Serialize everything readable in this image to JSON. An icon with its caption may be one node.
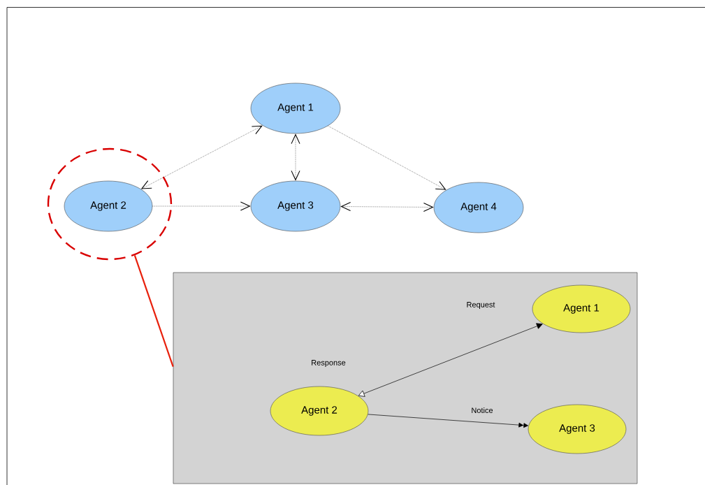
{
  "diagram": {
    "nodes": [
      {
        "text": [
          "Agent 1"
        ]
      },
      {
        "text": [],
        "shape": "circle"
      },
      {
        "text": [
          "Agent 2"
        ],
        "in": 1
      },
      {
        "text": [
          "Agent 3"
        ]
      },
      {
        "text": [
          "Agent 4"
        ]
      },
      {
        "text": [],
        "shape": "box"
      },
      {
        "text": [
          "Agent 1"
        ],
        "in": 5
      },
      {
        "text": [
          "Agent 2"
        ],
        "in": 5
      },
      {
        "text": [
          "Agent 3"
        ],
        "in": 5
      }
    ],
    "edges": [
      {
        "from": 0,
        "to": 2,
        "arrow": "both",
        "style": "dashed"
      },
      {
        "from": 0,
        "to": 3,
        "arrow": "both",
        "style": "dashed"
      },
      {
        "from": 0,
        "to": 4,
        "arrow": "to",
        "style": "dashed"
      },
      {
        "from": 2,
        "to": 3,
        "arrow": "to",
        "style": "dashed"
      },
      {
        "from": 3,
        "to": 4,
        "arrow": "both",
        "style": "dashed"
      },
      {
        "from": 1,
        "to": 5,
        "arrow": "none",
        "style": "thick",
        "color": "#e8200c"
      },
      {
        "from": 7,
        "to": 6,
        "arrow": "both",
        "label": "Request"
      },
      {
        "from": 7,
        "to": 8,
        "arrow": "to",
        "label": "Notice"
      }
    ],
    "labels": [
      "Response"
    ]
  }
}
